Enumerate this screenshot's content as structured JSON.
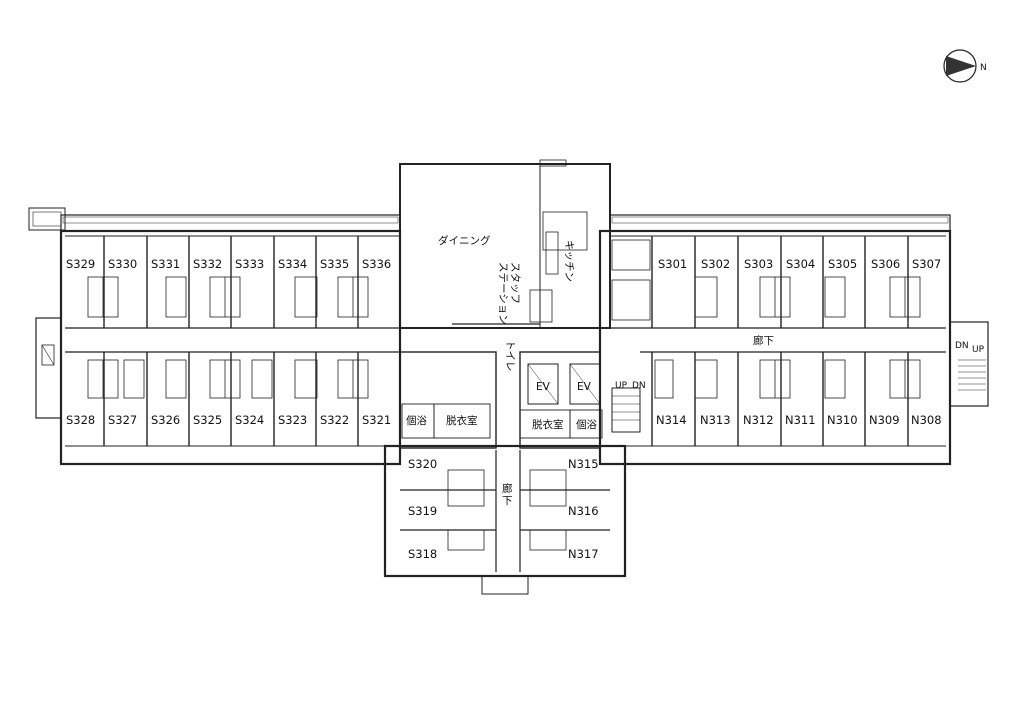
{
  "compass": {
    "label": "N"
  },
  "rooms": {
    "s_top": [
      "S329",
      "S330",
      "S331",
      "S332",
      "S333",
      "S334",
      "S335",
      "S336"
    ],
    "s_bottom": [
      "S328",
      "S327",
      "S326",
      "S325",
      "S324",
      "S323",
      "S322",
      "S321"
    ],
    "n_top": [
      "S301",
      "S302",
      "S303",
      "S304",
      "S305",
      "S306",
      "S307"
    ],
    "n_bottom": [
      "N314",
      "N313",
      "N312",
      "N311",
      "N310",
      "N309",
      "N308"
    ],
    "wing_left": [
      "S320",
      "S319",
      "S318"
    ],
    "wing_right": [
      "N315",
      "N316",
      "N317"
    ]
  },
  "areas": {
    "dining": "ダイニング",
    "staff_station_1": "スタッフ",
    "staff_station_2": "ステーション",
    "kitchen": "キッチン",
    "toilet": "トイレ",
    "corridor": "廊下",
    "corridor_wing_1": "廊",
    "corridor_wing_2": "下",
    "ev": "EV",
    "private_bath": "個浴",
    "dressing_room": "脱衣室",
    "stair_up": "UP",
    "stair_down": "DN"
  }
}
